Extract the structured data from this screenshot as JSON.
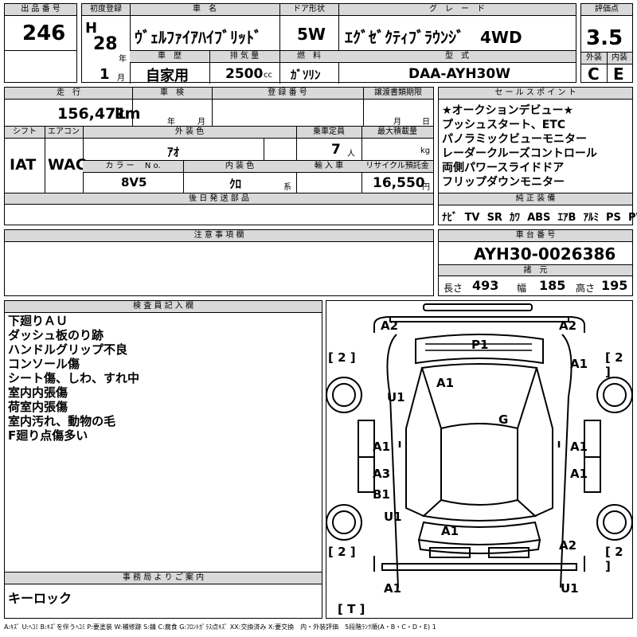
{
  "header": {
    "lot_no_label": "出 品 番 号",
    "lot_no": "246",
    "first_reg_label": "初度登録",
    "era": "H",
    "year": "28",
    "year_unit": "年",
    "month": "1",
    "month_unit": "月",
    "car_name_label": "車　名",
    "car_name": "ｳﾞｪﾙﾌｧｲｱﾊｲﾌﾞﾘｯﾄﾞ",
    "doors_label": "ドア形状",
    "doors": "5W",
    "grade_label": "グ　レ　ー　ド",
    "grade": "ｴｸﾞｾﾞｸﾃｨﾌﾞﾗｳﾝｼﾞ　4WD",
    "score_label": "評価点",
    "score": "3.5",
    "history_label": "車　歴",
    "history": "自家用",
    "displacement_label": "排 気 量",
    "displacement": "2500",
    "displacement_unit": "cc",
    "fuel_label": "燃　料",
    "fuel": "ｶﾞｿﾘﾝ",
    "model_code_label": "型　式",
    "model_code": "DAA-AYH30W",
    "exterior_label": "外装",
    "exterior": "C",
    "interior_label": "内装",
    "interior": "E"
  },
  "row2": {
    "mileage_label": "走　行",
    "mileage": "156,471",
    "mileage_unit": "km",
    "inspection_label": "車　検",
    "inspection_year": "年",
    "inspection_month": "月",
    "reg_no_label": "登 録 番 号",
    "transfer_label": "譲渡書類期限",
    "transfer_month": "月",
    "transfer_day": "日",
    "shift_label": "シフト",
    "shift": "IAT",
    "ac_label": "エアコン",
    "ac": "WAC",
    "color_label": "外 装 色",
    "color": "ｱｵ",
    "capacity_label": "乗車定員",
    "capacity": "7",
    "capacity_unit": "人",
    "load_label": "最大積載量",
    "load_unit": "kg",
    "color_no_label": "カ ラ ー　 N o.",
    "color_no": "8V5",
    "int_color_label": "内 装 色",
    "int_color": "ｸﾛ",
    "int_color_unit": "系",
    "import_label": "輸 入 車",
    "recycle_label": "リサイクル預託金",
    "recycle": "16,550",
    "recycle_unit": "円",
    "later_parts_label": "後 日 発 送 部 品"
  },
  "sales": {
    "label": "セ ー ル ス ポ イ ン ト",
    "points": [
      "★オークションデビュー★",
      "プッシュスタート、ETC",
      "パノラミックビューモニター",
      "レーダークルーズコントロール",
      "両側パワースライドドア",
      "フリップダウンモニター"
    ],
    "equip_label": "純 正 装 備",
    "equipment": [
      "ﾅﾋﾞ",
      "TV",
      "SR",
      "ｶﾜ",
      "ABS",
      "ｴｱB",
      "ｱﾙﾐ",
      "PS",
      "PW"
    ]
  },
  "notes": {
    "label": "注 意 事 項 欄"
  },
  "chassis": {
    "label": "車 台 番 号",
    "number": "AYH30-0026386",
    "specs_label": "諸　元",
    "length_label": "長さ",
    "length": "493",
    "width_label": "幅",
    "width": "185",
    "height_label": "高さ",
    "height": "195"
  },
  "inspector": {
    "label": "検 査 員 記 入 欄",
    "lines": [
      "下廻りＡＵ",
      "ダッシュ板のり跡",
      "ハンドルグリップ不良",
      "コンソール傷",
      "シート傷、しわ、すれ中",
      "室内内張傷",
      "荷室内張傷",
      "室内汚れ、動物の毛",
      "F廻り点傷多い"
    ]
  },
  "office": {
    "label": "事 務 局 よ り ご 案 内",
    "text": "キーロック"
  },
  "diagram": {
    "marks": {
      "a2_fl": "A2",
      "a2_fr": "A2",
      "p1": "P1",
      "a1_rf": "A1",
      "a1_roof": "A1",
      "u1_lf": "U1",
      "g": "G",
      "a1_ld": "A1",
      "a1_rd": "A1",
      "a3": "A3",
      "a1_rr": "A1",
      "b1": "B1",
      "u1_lr": "U1",
      "a1_tail": "A1",
      "a2_rr": "A2",
      "a1_bl": "A1",
      "u1_br": "U1"
    },
    "tires": {
      "fl": "[ 2 ]",
      "fr": "[ 2 ]",
      "rl": "[ 2 ]",
      "rr": "[ 2 ]",
      "t": "[ T ]"
    }
  },
  "legend": "A:ｷｽﾞ U:ﾍｺﾐ B:ｷｽﾞを伴うﾍｺﾐ P:要塗装 W:補修跡 S:錆 C:腐食 G:ﾌﾛﾝﾄｶﾞﾗｽ点ｷｽﾞ XX:交換済み X:要交換　内・外装評価　5段階ﾗﾝｸ順(A・B・C・D・E) 1"
}
